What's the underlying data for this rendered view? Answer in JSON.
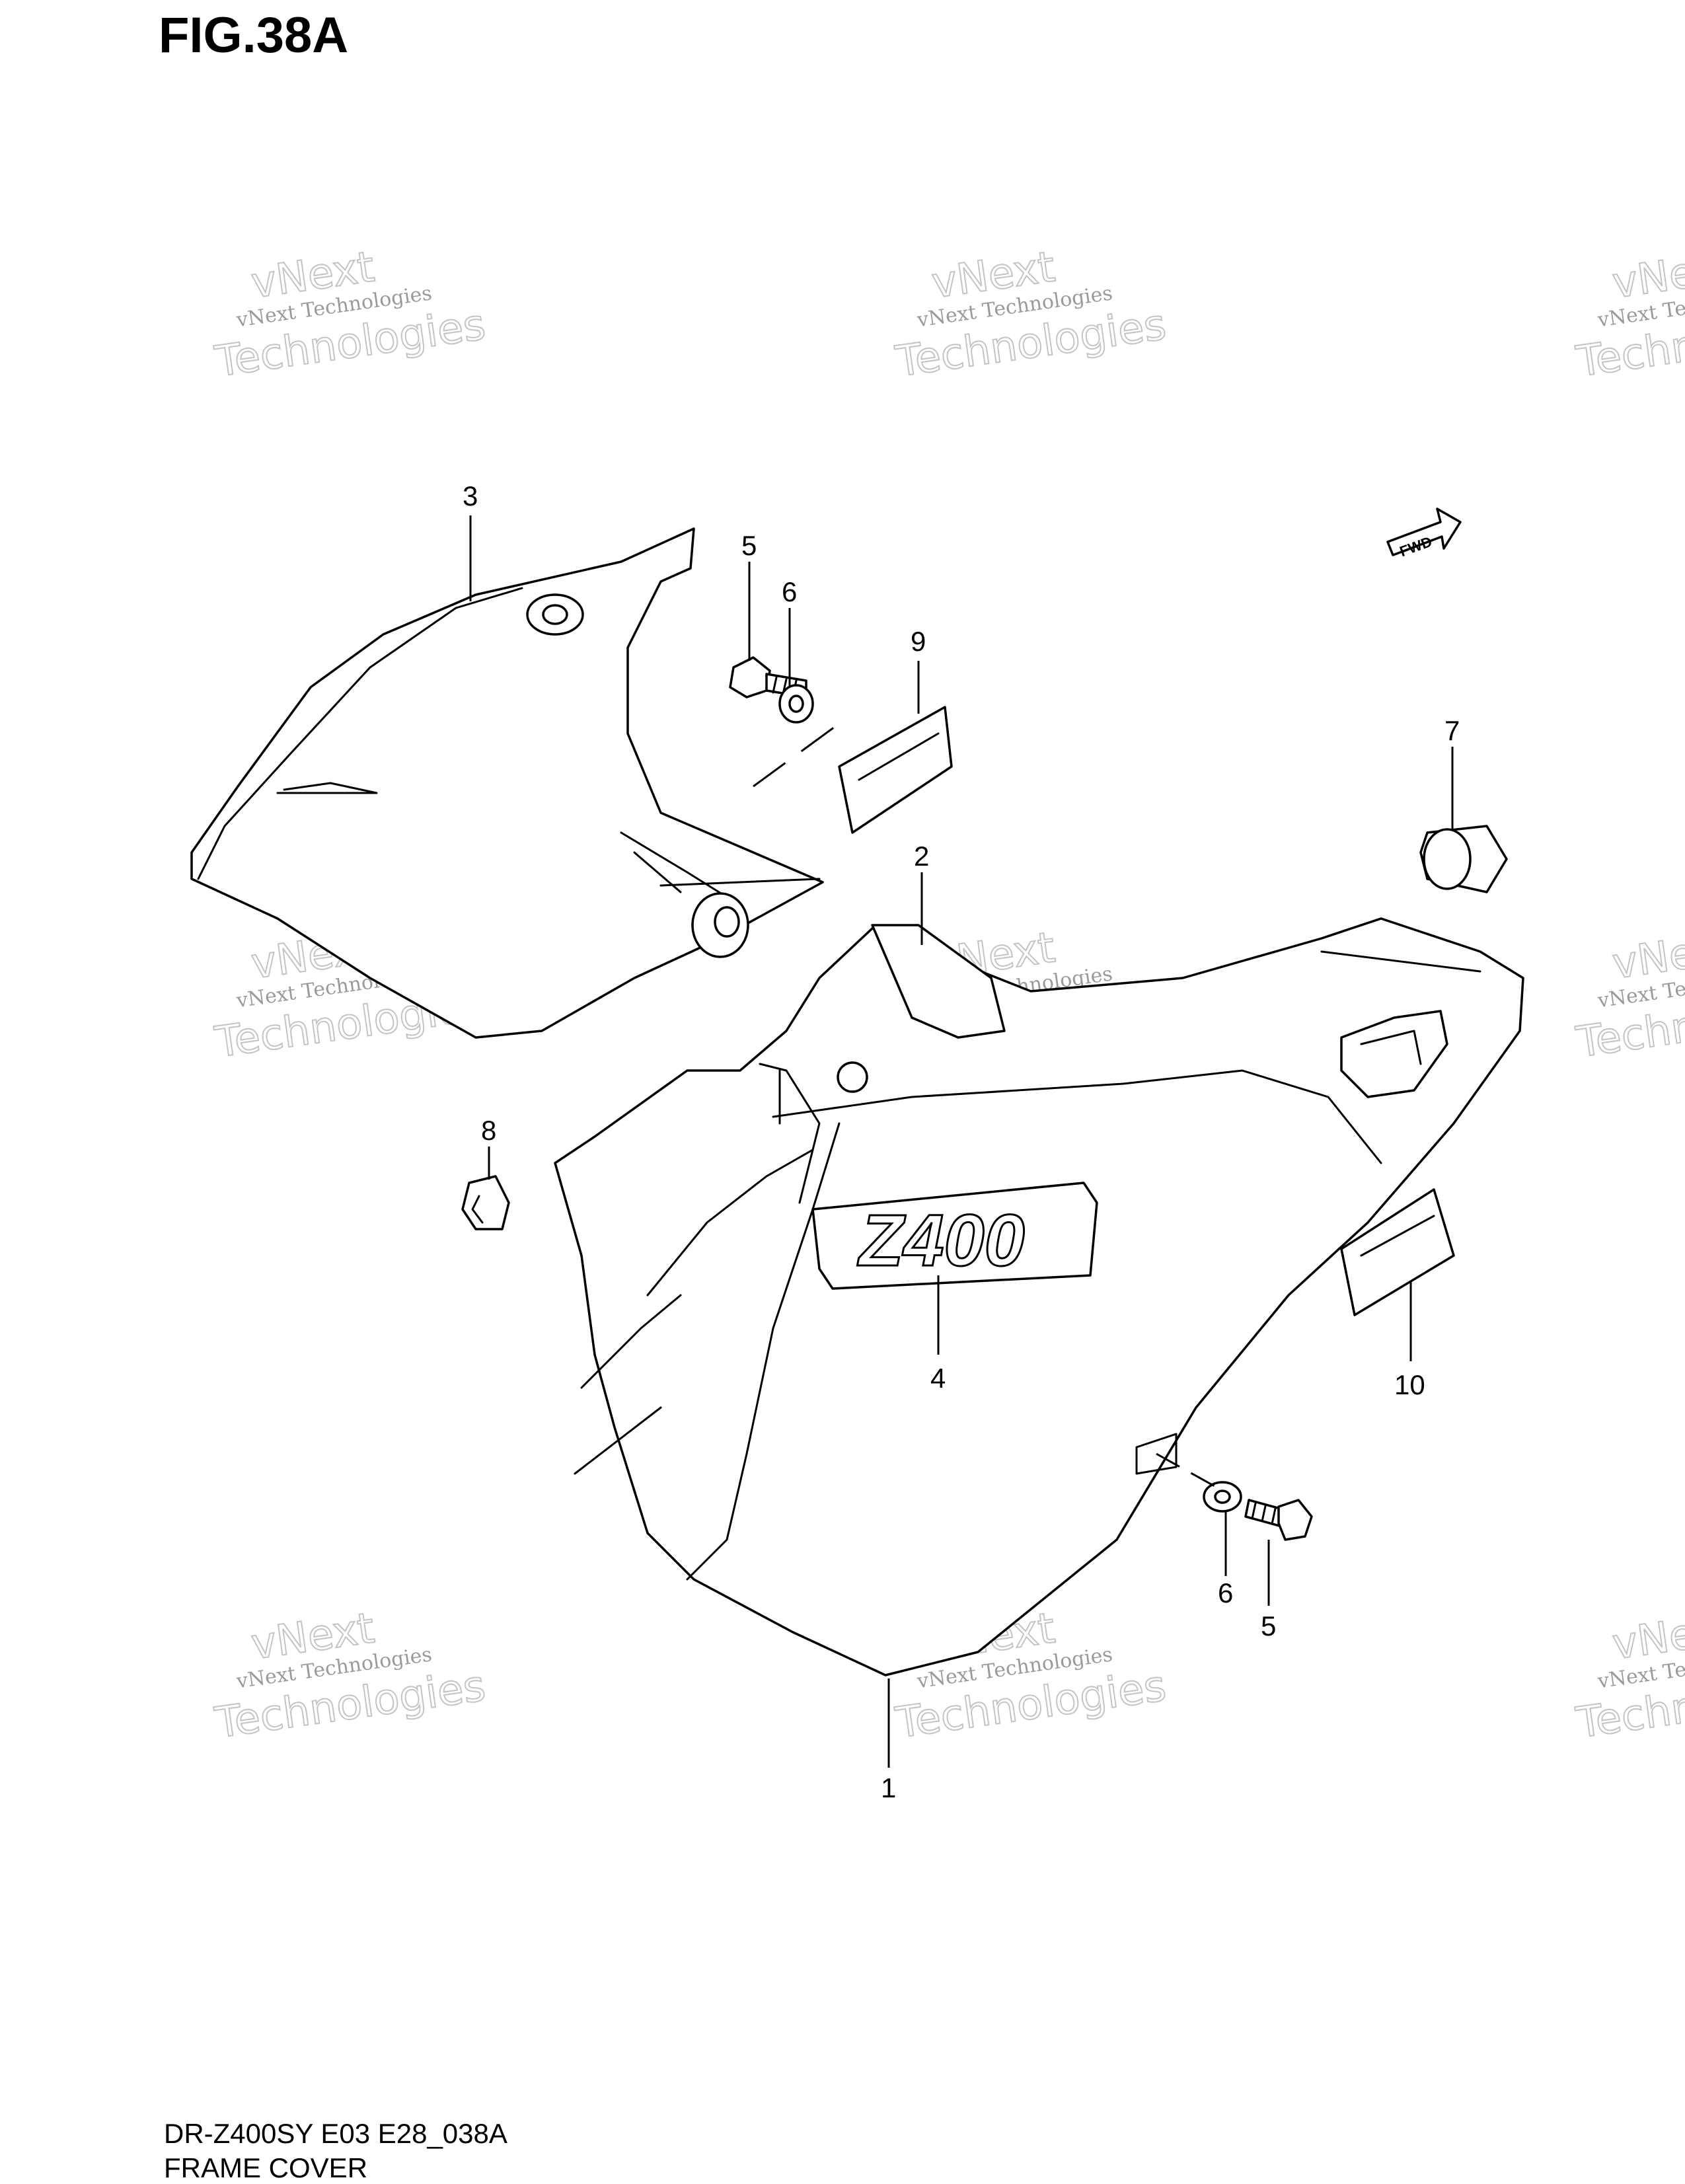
{
  "figure": {
    "title": "FIG.38A",
    "model_code": "DR-Z400SY  E03  E28_038A",
    "section_name": "FRAME COVER"
  },
  "watermark": {
    "line_small": "vNext Technologies",
    "line_big_top": "vNext",
    "line_big_bottom": "Technologies"
  },
  "badge": {
    "fwd_label": "FWD",
    "emblem_text": "Z400"
  },
  "callouts": [
    "3",
    "5",
    "6",
    "9",
    "7",
    "2",
    "8",
    "4",
    "10",
    "6",
    "5",
    "1"
  ]
}
